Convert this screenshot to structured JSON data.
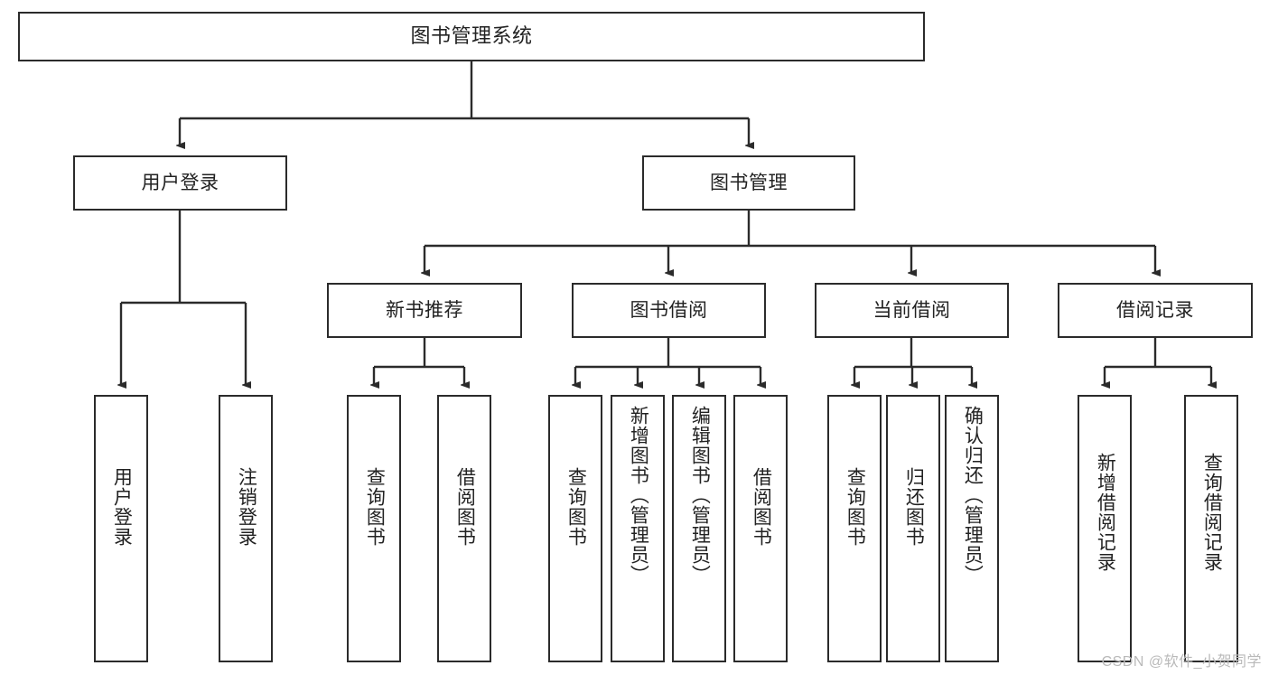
{
  "diagram": {
    "type": "tree",
    "title": "图书管理系统",
    "watermark": "CSDN @软件_小贺同学",
    "colors": {
      "box_border": "#2b2b2b",
      "connector": "#2b2b2b",
      "background": "#ffffff",
      "text": "#222222",
      "watermark": "#b9b9b9"
    },
    "root": {
      "label": "图书管理系统"
    },
    "level2": [
      {
        "label": "用户登录"
      },
      {
        "label": "图书管理"
      }
    ],
    "level3": [
      {
        "label": "新书推荐"
      },
      {
        "label": "图书借阅"
      },
      {
        "label": "当前借阅"
      },
      {
        "label": "借阅记录"
      }
    ],
    "leaves": {
      "user_login": [
        {
          "label": "用户登录"
        },
        {
          "label": "注销登录"
        }
      ],
      "new_book_recommend": [
        {
          "label": "查询图书"
        },
        {
          "label": "借阅图书"
        }
      ],
      "book_borrow": [
        {
          "label": "查询图书"
        },
        {
          "label": "新增图书（管理员）"
        },
        {
          "label": "编辑图书（管理员）"
        },
        {
          "label": "借阅图书"
        }
      ],
      "current_borrow": [
        {
          "label": "查询图书"
        },
        {
          "label": "归还图书"
        },
        {
          "label": "确认归还（管理员）"
        }
      ],
      "borrow_record": [
        {
          "label": "新增借阅记录"
        },
        {
          "label": "查询借阅记录"
        }
      ]
    }
  }
}
